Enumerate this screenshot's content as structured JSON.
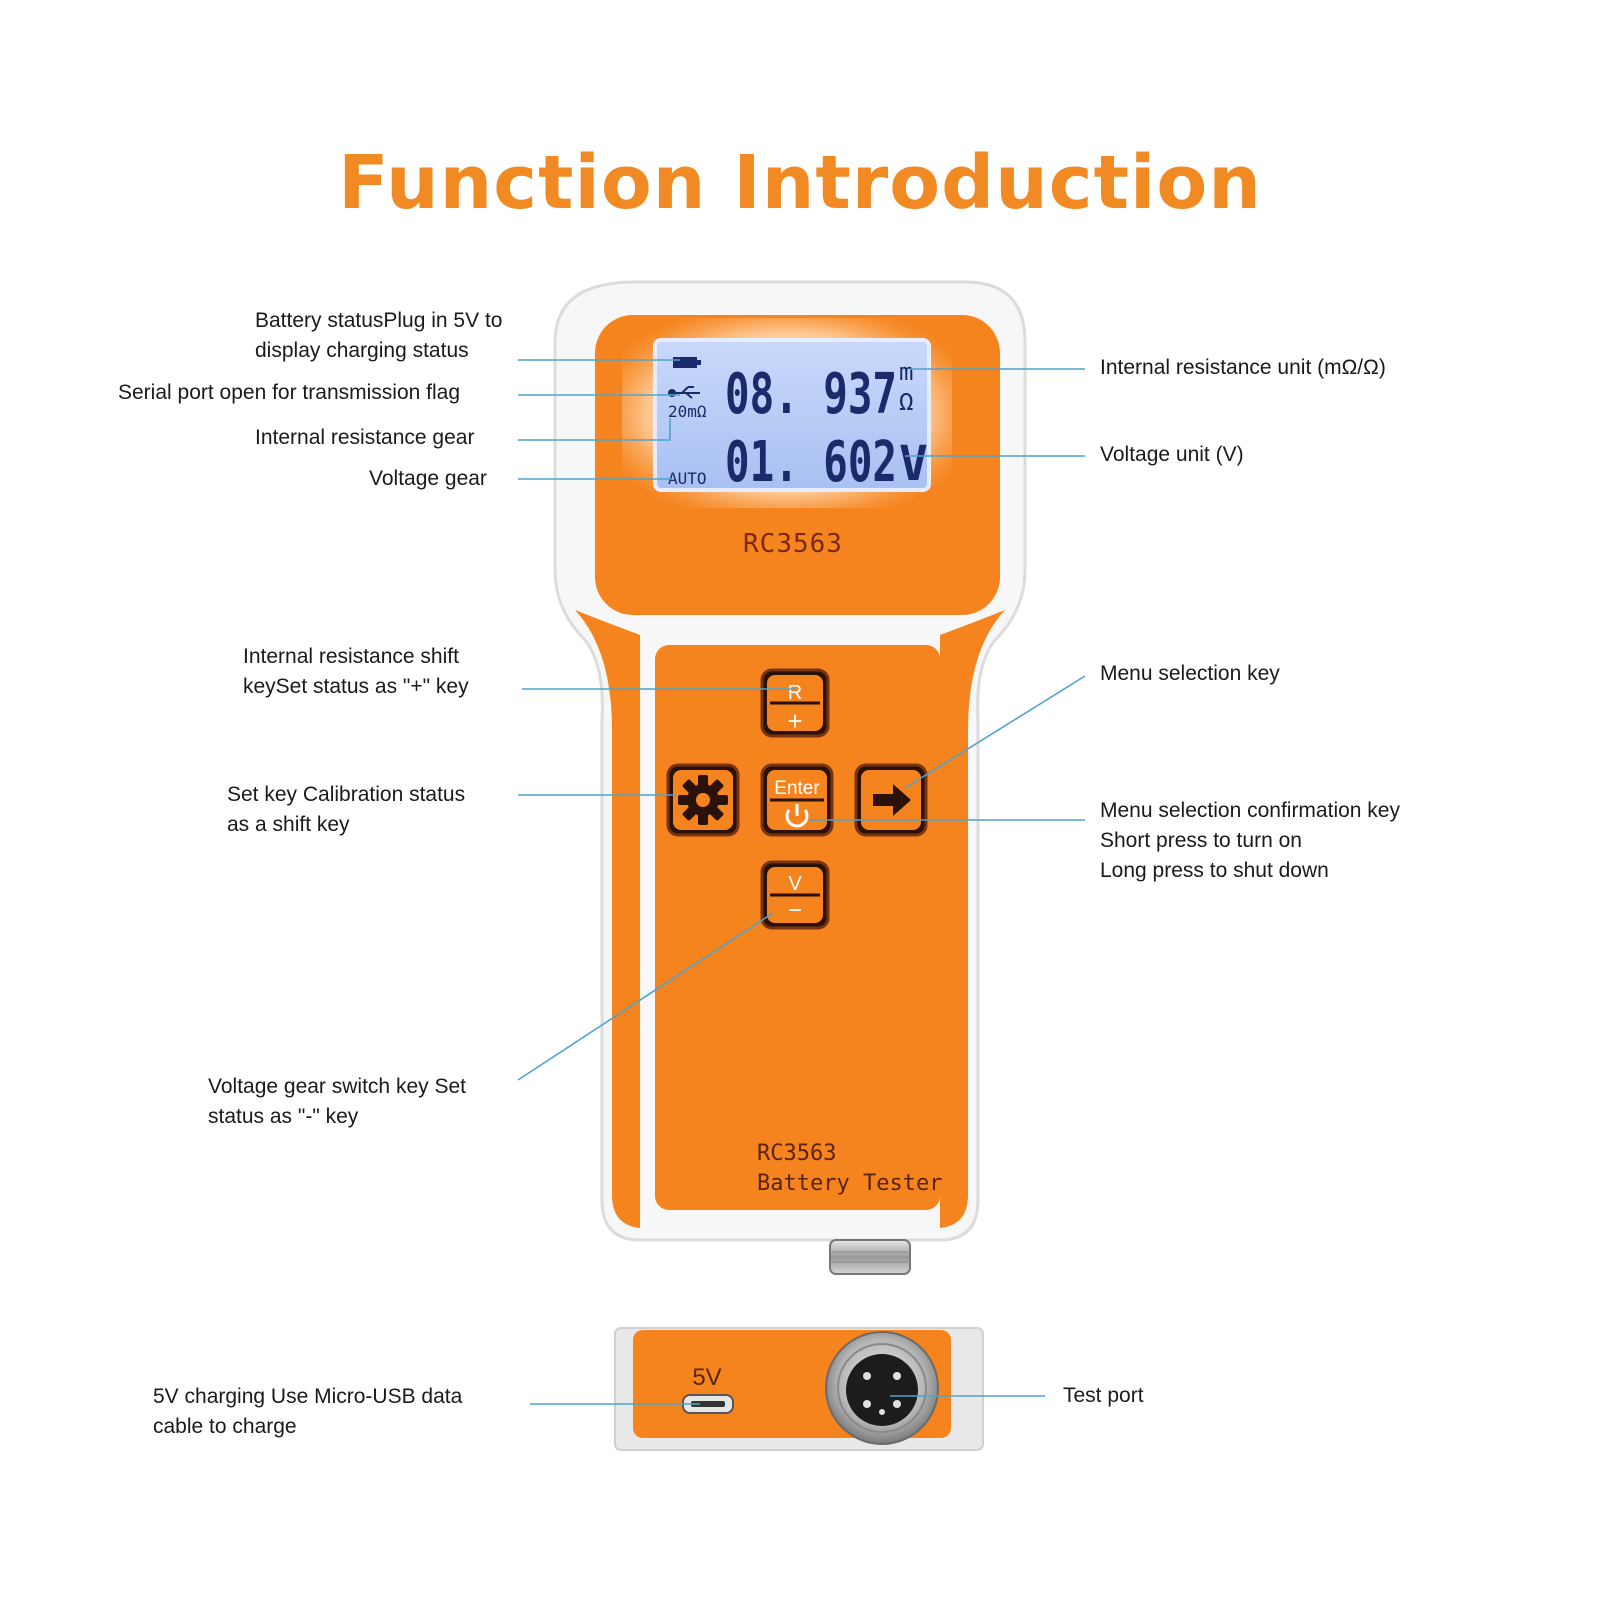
{
  "title": "Function Introduction",
  "colors": {
    "accent": "#f28a24",
    "device_orange": "#f5841f",
    "lcd_blue": "#b7cdf7",
    "leader": "#4fa3cc"
  },
  "lcd": {
    "resistance": "08. 937",
    "voltage": "01. 602",
    "resistance_unit_top": "m",
    "resistance_unit_bottom": "Ω",
    "voltage_unit": "V",
    "range": "20mΩ",
    "mode": "AUTO"
  },
  "device": {
    "model_top": "RC3563",
    "model_plate": "RC3563",
    "plate_subtitle": "Battery Tester",
    "port_label": "5V"
  },
  "keys": {
    "r_top": "R",
    "r_bottom": "+",
    "enter_top": "Enter",
    "v_top": "V",
    "v_bottom": "−",
    "settings_icon": "gear-icon",
    "arrow_icon": "arrow-right-icon",
    "power_icon": "power-icon"
  },
  "labels": {
    "battery_status": [
      "Battery statusPlug in 5V to",
      "display charging status"
    ],
    "serial_port": [
      "Serial port open for transmission flag"
    ],
    "ir_gear": [
      "Internal resistance gear"
    ],
    "voltage_gear": [
      "Voltage gear"
    ],
    "ir_unit": [
      "Internal resistance unit (mΩ/Ω)"
    ],
    "voltage_unit": [
      "Voltage unit (V)"
    ],
    "ir_shift": [
      "Internal resistance shift",
      "keySet status as \"+\" key"
    ],
    "set_key": [
      "Set key Calibration status",
      "as a shift key"
    ],
    "menu_select": [
      "Menu selection key"
    ],
    "menu_confirm": [
      "Menu selection confirmation key",
      "Short press to turn on",
      "Long press to shut down"
    ],
    "voltage_switch": [
      "Voltage gear switch key Set",
      "status as \"-\" key"
    ],
    "charging": [
      "5V charging Use Micro-USB data",
      "cable to charge"
    ],
    "test_port": [
      "Test port"
    ]
  }
}
